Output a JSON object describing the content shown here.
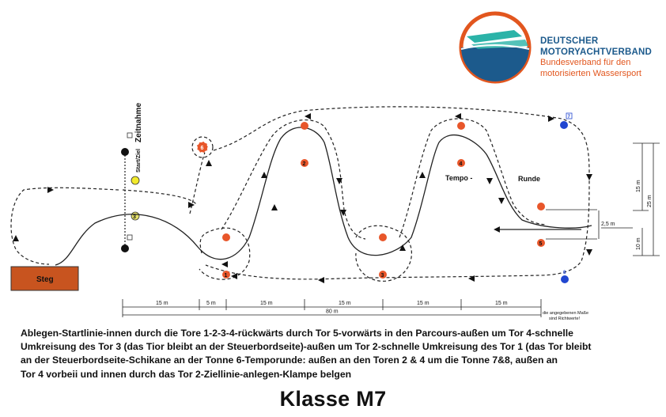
{
  "logo": {
    "line1": "DEUTSCHER",
    "line2": "MOTORYACHTVERBAND",
    "line3": "Bundesverband für den",
    "line4": "motorisierten Wassersport",
    "colors": {
      "navy": "#1c5a8c",
      "orange": "#e2561e",
      "teal": "#2bb3a8"
    }
  },
  "diagram": {
    "zeitnahme": "Zeitnahme",
    "startziel": "Start/Ziel",
    "steg": "Steg",
    "tempo": "Tempo -",
    "runde": "Runde",
    "gate_labels": [
      "1",
      "2",
      "3",
      "4",
      "5"
    ],
    "gate_center_label": "3",
    "buoy6": "6",
    "buoy7": "7",
    "buoy8": "8",
    "dim_15_a": "15 m",
    "dim_5": "5 m",
    "dim_15_b": "15 m",
    "dim_15_c": "15 m",
    "dim_15_d": "15 m",
    "dim_15_e": "15 m",
    "dim_80": "80 m",
    "note_line1": "die angegebenen Maße",
    "note_line2": "sind Richtwerte!",
    "dim_v_15": "15 m",
    "dim_v_25": "25 m",
    "dim_v_2_5": "2,5 m",
    "dim_v_10": "10 m",
    "colors": {
      "buoy_orange": "#e8562a",
      "buoy_blue": "#2146d0",
      "steg": "#c8541f",
      "yellow": "#f2ea2c"
    }
  },
  "description": {
    "line1": "Ablegen-Startlinie-innen durch die Tore 1-2-3-4-rückwärts durch Tor 5-vorwärts in den Parcours-außen um Tor 4-schnelle",
    "line2": "Umkreisung des Tor 3 (das Tior bleibt an der Steuerbordseite)-außen um Tor 2-schnelle Umkreisung des Tor 1 (das Tor  bleibt",
    "line3": "an der Steuerbordseite-Schikane an der Tonne 6-Temporunde: außen an den Toren 2 & 4 um die Tonne 7&8, außen an",
    "line4": "Tor 4 vorbeii und innen durch das Tor 2-Ziellinie-anlegen-Klampe belgen"
  },
  "title": "Klasse M7"
}
